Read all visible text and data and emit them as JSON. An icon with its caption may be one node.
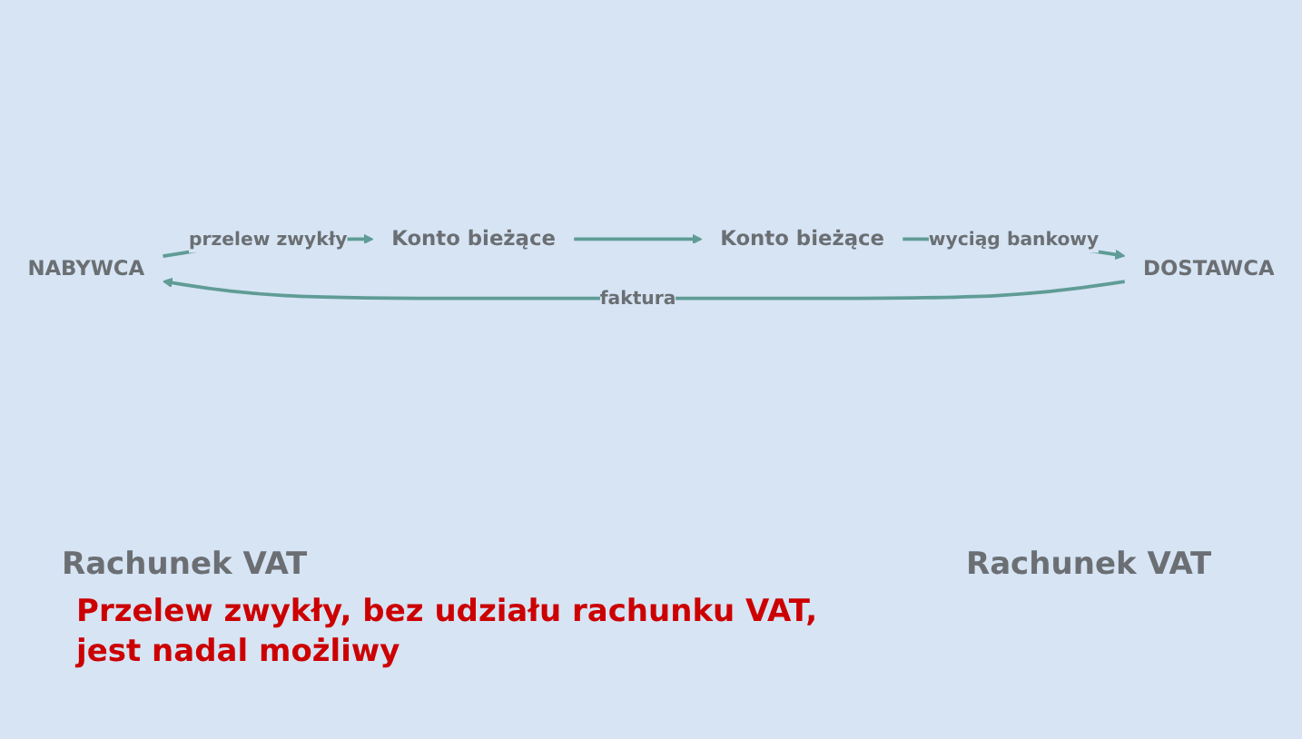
{
  "diagram": {
    "nodes": [
      {
        "text": [
          "NABYWCA"
        ]
      },
      {
        "text": [
          "DOSTAWCA"
        ]
      },
      {
        "text": [
          "Konto bieżące"
        ]
      },
      {
        "text": [
          "Konto bieżące"
        ]
      }
    ],
    "edges": [
      {
        "from": 1,
        "to": 0,
        "arrow": "to",
        "label": "faktura"
      },
      {
        "from": 0,
        "to": 2,
        "arrow": "to",
        "label": "przelew zwykły"
      },
      {
        "from": 3,
        "to": 1,
        "arrow": "to",
        "label": "wyciąg bankowy"
      },
      {
        "from": 2,
        "to": 3,
        "arrow": "to"
      }
    ],
    "labels": [
      "Rachunek VAT",
      "Rachunek VAT",
      "Przelew zwykły, bez udziału rachunku VAT, jest nadal możliwy"
    ]
  }
}
